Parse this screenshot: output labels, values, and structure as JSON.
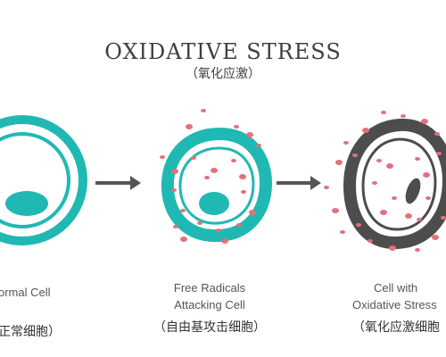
{
  "title": "OXIDATIVE STRESS",
  "subtitle": "（氧化应激）",
  "colors": {
    "teal": "#20b8b3",
    "dark": "#4d4d4d",
    "radical": "#e5707a",
    "arrow": "#555555"
  },
  "stages": [
    {
      "en_lines": [
        "ormal Cell"
      ],
      "cn": "正常细胞）"
    },
    {
      "en_lines": [
        "Free Radicals",
        "Attacking Cell"
      ],
      "cn": "（自由基攻击细胞）"
    },
    {
      "en_lines": [
        "Cell with",
        "Oxidative Stress"
      ],
      "cn": "（氧化应激细胞"
    }
  ]
}
